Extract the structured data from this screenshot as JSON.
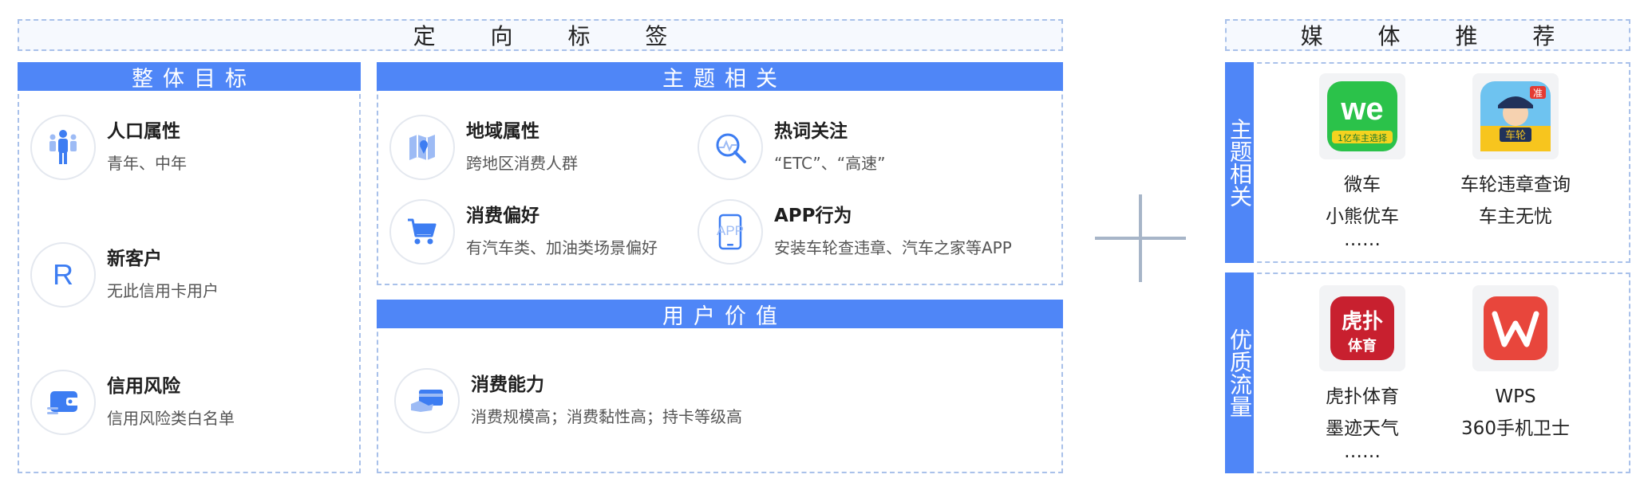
{
  "targeting": {
    "title": "定 向 标 签",
    "overall": {
      "title": "整体目标",
      "items": [
        {
          "label": "人口属性",
          "desc": "青年、中年"
        },
        {
          "label": "新客户",
          "desc": "无此信用卡用户"
        },
        {
          "label": "信用风险",
          "desc": "信用风险类白名单"
        }
      ]
    },
    "theme": {
      "title": "主题相关",
      "items": [
        {
          "label": "地域属性",
          "desc": "跨地区消费人群"
        },
        {
          "label": "热词关注",
          "desc": "“ETC”、“高速”"
        },
        {
          "label": "消费偏好",
          "desc": "有汽车类、加油类场景偏好"
        },
        {
          "label": "APP行为",
          "desc": "安装车轮查违章、汽车之家等APP"
        }
      ]
    },
    "value": {
      "title": "用户价值",
      "items": [
        {
          "label": "消费能力",
          "desc": "消费规模高；消费黏性高；持卡等级高"
        }
      ]
    }
  },
  "media": {
    "title": "媒 体 推 荐",
    "theme": {
      "side_label": "主题相关",
      "apps": [
        {
          "name": "微车",
          "sub": "小熊优车"
        },
        {
          "name": "车轮违章查询",
          "sub": "车主无忧"
        }
      ],
      "ellipsis": "……"
    },
    "quality": {
      "side_label": "优质流量",
      "apps": [
        {
          "name": "虎扑体育",
          "sub": "墨迹天气"
        },
        {
          "name": "WPS",
          "sub": "360手机卫士"
        }
      ],
      "ellipsis": "……"
    }
  },
  "icons": {
    "we_logo_text": "we",
    "we_badge_text": "1亿车主选择",
    "chelun_text": "车轮",
    "chelun_badge": "准",
    "hupu_top": "虎扑",
    "hupu_bottom": "体育",
    "app_icon_text": "APP",
    "new_customer_letter": "R"
  },
  "colors": {
    "accent_blue": "#4f86f7",
    "dashed_border": "#a9c1ea",
    "icon_blue": "#3d7df2"
  }
}
